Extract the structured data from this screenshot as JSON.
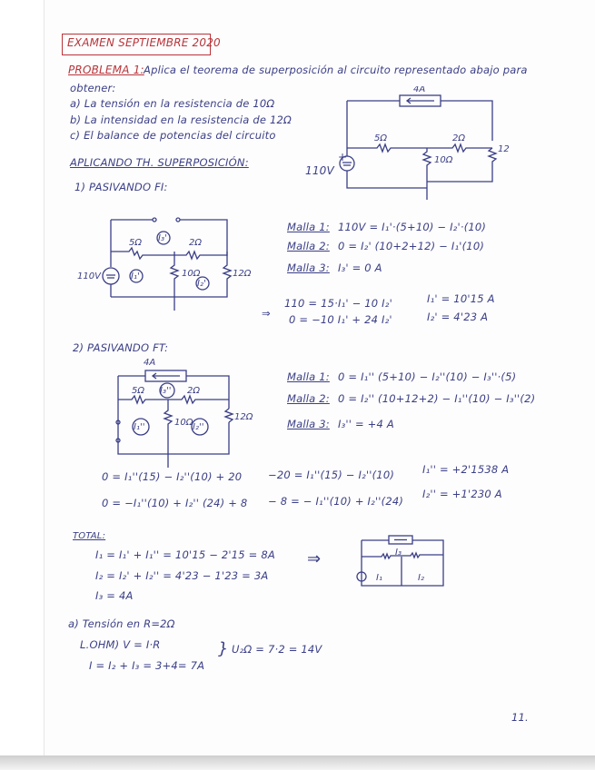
{
  "header": {
    "title": "EXAMEN SEPTIEMBRE 2020",
    "problem_label": "PROBLEMA 1:",
    "statement": "Aplica el teorema de superposición al circuito representado abajo para",
    "statement_cont": "obtener:"
  },
  "questions": [
    "a) La tensión en la resistencia de 10Ω",
    "b) La intensidad en la resistencia de 12Ω",
    "c) El balance de potencias del circuito"
  ],
  "main_circuit": {
    "current_source": "4A",
    "r1": "5Ω",
    "r2": "2Ω",
    "r3": "10Ω",
    "r4": "12Ω",
    "voltage_source": "110V"
  },
  "section_heading": "APLICANDO TH. SUPERPOSICIÓN:",
  "step1": {
    "heading": "1) PASIVANDO FI:",
    "circuit": {
      "r1": "5Ω",
      "r2": "2Ω",
      "r3": "10Ω",
      "r4": "12Ω",
      "source": "110V",
      "i1": "I₁'",
      "i2": "I₂'",
      "i3": "I₃'"
    },
    "mesh_labels": [
      "Malla 1:",
      "Malla 2:",
      "Malla 3:"
    ],
    "mesh_eqs": [
      "110V = I₁'·(5+10) − I₂'·(10)",
      "0 = I₂' (10+2+12) − I₁'(10)",
      "I₃' = 0 A"
    ],
    "system": [
      "110 = 15·I₁' − 10 I₂'",
      "0 = −10 I₁' + 24 I₂'"
    ],
    "results": [
      "I₁' = 10'15 A",
      "I₂' = 4'23 A"
    ]
  },
  "step2": {
    "heading": "2) PASIVANDO FT:",
    "circuit": {
      "source": "4A",
      "r1": "5Ω",
      "r2": "2Ω",
      "r3": "10Ω",
      "r4": "12Ω",
      "i1": "I₁''",
      "i2": "I₂''",
      "i3": "I₃''"
    },
    "mesh_labels": [
      "Malla 1:",
      "Malla 2:",
      "Malla 3:"
    ],
    "mesh_eqs": [
      "0 = I₁'' (5+10) − I₂''(10) − I₃''·(5)",
      "0 = I₂'' (10+12+2) − I₁''(10) − I₃''(2)",
      "I₃'' = +4 A"
    ],
    "system_a": [
      "0 = I₁''(15) − I₂''(10) + 20",
      "0 = −I₁''(10) + I₂'' (24) + 8"
    ],
    "system_b": [
      "−20 = I₁''(15) − I₂''(10)",
      "− 8 = − I₁''(10) + I₂''(24)"
    ],
    "results": [
      "I₁'' = +2'1538 A",
      "I₂'' = +1'230 A"
    ]
  },
  "total": {
    "heading": "TOTAL:",
    "lines": [
      "I₁ = I₁' + I₁'' = 10'15 − 2'15 = 8A",
      "I₂ = I₂' + I₂'' = 4'23 − 1'23 = 3A",
      "I₃ = 4A"
    ],
    "arrow": "⇒",
    "circuit": {
      "i1": "I₁",
      "i2": "I₂",
      "i3": "I₃"
    }
  },
  "part_a": {
    "heading": "a) Tensión en R=2Ω",
    "lines": [
      "L.OHM) V = I·R",
      "I = I₂ + I₃ = 3+4= 7A"
    ],
    "result": "U₂Ω = 7·2 = 14V"
  },
  "page_number": "11.",
  "colors": {
    "ink": "#3b3f86",
    "accent_red": "#b8343a"
  }
}
